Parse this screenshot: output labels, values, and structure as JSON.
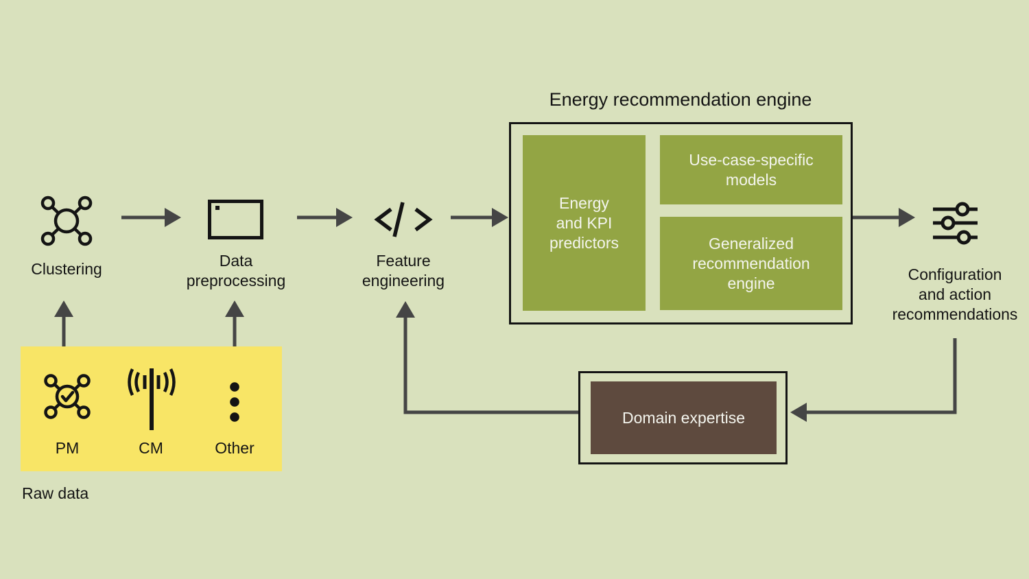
{
  "colors": {
    "background": "#d9e1bd",
    "olive": "#93a544",
    "yellow": "#f8e566",
    "brown": "#5e4a3e",
    "arrow": "#454545",
    "ink": "#141414",
    "light_text": "#f4f5ee"
  },
  "pipeline": {
    "clustering_label": "Clustering",
    "preprocessing_label": [
      "Data",
      "preprocessing"
    ],
    "feature_label": [
      "Feature",
      "engineering"
    ],
    "config_label": [
      "Configuration",
      "and action",
      "recommendations"
    ]
  },
  "engine": {
    "title": "Energy recommendation engine",
    "predictors_label": [
      "Energy",
      "and KPI",
      "predictors"
    ],
    "use_case_label": [
      "Use-case-specific",
      "models"
    ],
    "generalized_label": [
      "Generalized",
      "recommendation",
      "engine"
    ]
  },
  "feedback": {
    "domain_label": "Domain expertise"
  },
  "raw_data": {
    "title": "Raw data",
    "sources": [
      {
        "label": "PM"
      },
      {
        "label": "CM"
      },
      {
        "label": "Other"
      }
    ]
  },
  "icons": {
    "clustering": "network-cluster-icon",
    "preprocessing": "window-icon",
    "feature": "code-brackets-icon",
    "configuration": "sliders-icon",
    "pm": "cluster-check-icon",
    "cm": "antenna-icon",
    "other": "vertical-ellipsis-icon"
  }
}
